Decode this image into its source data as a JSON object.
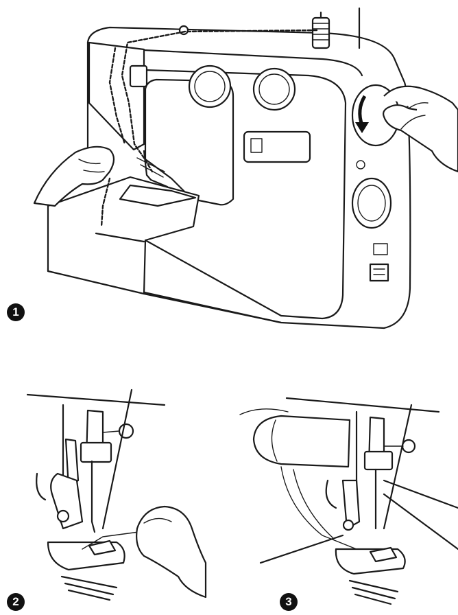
{
  "steps": [
    {
      "number": "1"
    },
    {
      "number": "2"
    },
    {
      "number": "3"
    }
  ],
  "colors": {
    "ink": "#1a1a1a",
    "marker_bg": "#111111",
    "marker_text": "#ffffff",
    "background": "#ffffff"
  },
  "icons": [
    "handwheel-arrow-icon",
    "spool-pin-icon"
  ]
}
